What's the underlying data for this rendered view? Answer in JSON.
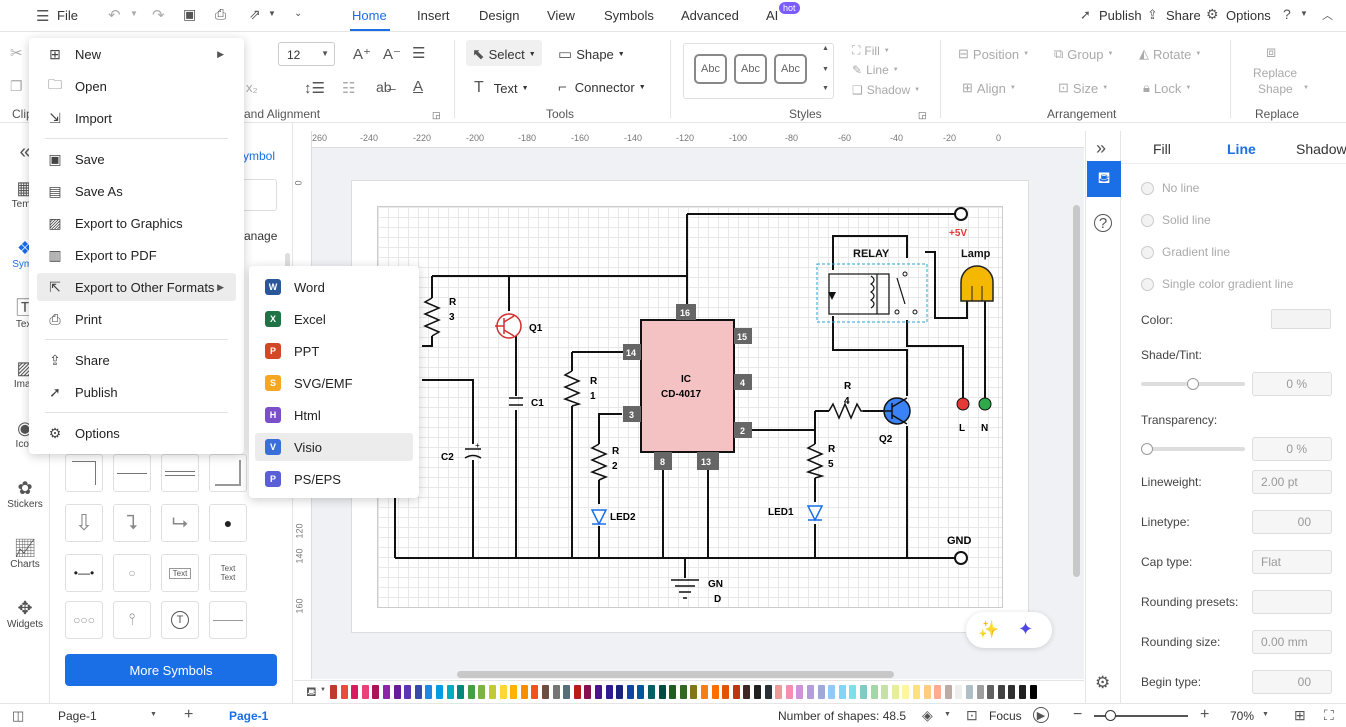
{
  "topbar": {
    "file_label": "File",
    "tabs": [
      "Home",
      "Insert",
      "Design",
      "View",
      "Symbols",
      "Advanced",
      "AI"
    ],
    "active_tab": "Home",
    "hot_badge": "hot",
    "publish": "Publish",
    "share": "Share",
    "options": "Options"
  },
  "ribbon": {
    "font_size": "12",
    "align_group_label": "and Alignment",
    "tools": {
      "select": "Select",
      "shape": "Shape",
      "text": "Text",
      "connector": "Connector",
      "label": "Tools"
    },
    "styles": {
      "abc1": "Abc",
      "abc2": "Abc",
      "abc3": "Abc",
      "label": "Styles",
      "fill": "Fill",
      "line": "Line",
      "shadow": "Shadow"
    },
    "arrangement": {
      "position": "Position",
      "group": "Group",
      "rotate": "Rotate",
      "align": "Align",
      "size": "Size",
      "lock": "Lock",
      "label": "Arrangement"
    },
    "replace": {
      "replace_shape_1": "Replace",
      "replace_shape_2": "Shape",
      "label": "Replace"
    },
    "clip_label": "Clip"
  },
  "leftbar": {
    "items": [
      "Templ",
      "Symb",
      "Text",
      "Imag",
      "Icon",
      "Stickers",
      "Charts",
      "Widgets"
    ]
  },
  "sympanel": {
    "symbol_link": "ymbol",
    "manage": "anage",
    "text_sym1": "Text",
    "text_sym2a": "Text",
    "text_sym2b": "Text",
    "t_sym": "T",
    "more_symbols": "More Symbols"
  },
  "filemenu": {
    "items": [
      "New",
      "Open",
      "Import",
      "Save",
      "Save As",
      "Export to Graphics",
      "Export to PDF",
      "Export to Other Formats",
      "Print",
      "Share",
      "Publish",
      "Options"
    ]
  },
  "submenu": {
    "items": [
      "Word",
      "Excel",
      "PPT",
      "SVG/EMF",
      "Html",
      "Visio",
      "PS/EPS"
    ]
  },
  "ruler": {
    "top": [
      "260",
      "-240",
      "-220",
      "-200",
      "-180",
      "-160",
      "-140",
      "-120",
      "-100",
      "-80",
      "-60",
      "-40",
      "-20",
      "0"
    ],
    "left": [
      "0",
      "120",
      "140",
      "160"
    ]
  },
  "circuit": {
    "plus5v": "+5V",
    "lamp": "Lamp",
    "relay": "RELAY",
    "r3a": "R",
    "r3b": "3",
    "q1": "Q1",
    "c1": "C1",
    "c2": "C2",
    "r1a": "R",
    "r1b": "1",
    "r2a": "R",
    "r2b": "2",
    "led2": "LED2",
    "led1": "LED1",
    "ic1": "IC",
    "ic2": "CD-4017",
    "pins": [
      "16",
      "15",
      "14",
      "4",
      "3",
      "2",
      "8",
      "13"
    ],
    "r4a": "R",
    "r4b": "4",
    "r5a": "R",
    "r5b": "5",
    "q2": "Q2",
    "L": "L",
    "N": "N",
    "gnd_right": "GND",
    "gnd_bottom_1": "GN",
    "gnd_bottom_2": "D"
  },
  "proppanel": {
    "tabs": [
      "Fill",
      "Line",
      "Shadow"
    ],
    "active_tab": "Line",
    "radios": [
      "No line",
      "Solid line",
      "Gradient line",
      "Single color gradient line"
    ],
    "color_label": "Color:",
    "shade_label": "Shade/Tint:",
    "shade_val": "0 %",
    "transp_label": "Transparency:",
    "transp_val": "0 %",
    "lineweight_label": "Lineweight:",
    "lineweight_val": "2.00 pt",
    "linetype_label": "Linetype:",
    "linetype_val": "00",
    "cap_label": "Cap type:",
    "cap_val": "Flat",
    "round_presets_label": "Rounding presets:",
    "round_size_label": "Rounding size:",
    "round_size_val": "0.00 mm",
    "begin_label": "Begin type:",
    "begin_val": "00"
  },
  "status": {
    "page_select": "Page-1",
    "page_tab": "Page-1",
    "shapes": "Number of shapes: 48.5",
    "focus": "Focus",
    "zoom": "70%"
  },
  "colors": {
    "accent": "#1a6ee6",
    "ic_fill": "#f4c2c2",
    "lamp": "#f5b800"
  },
  "swatches": [
    "#c0392b",
    "#e74c3c",
    "#d81b60",
    "#ec407a",
    "#ad1457",
    "#8e24aa",
    "#6a1b9a",
    "#5e35b1",
    "#3949ab",
    "#1e88e5",
    "#039be5",
    "#00acc1",
    "#00897b",
    "#43a047",
    "#7cb342",
    "#c0ca33",
    "#fdd835",
    "#ffb300",
    "#fb8c00",
    "#f4511e",
    "#6d4c41",
    "#757575",
    "#546e7a",
    "#b71c1c",
    "#880e4f",
    "#4a148c",
    "#311b92",
    "#1a237e",
    "#0d47a1",
    "#01579b",
    "#006064",
    "#004d40",
    "#1b5e20",
    "#33691e",
    "#827717",
    "#f57f17",
    "#ff6f00",
    "#e65100",
    "#bf360c",
    "#3e2723",
    "#212121",
    "#263238",
    "#ef9a9a",
    "#f48fb1",
    "#ce93d8",
    "#b39ddb",
    "#9fa8da",
    "#90caf9",
    "#81d4fa",
    "#80deea",
    "#80cbc4",
    "#a5d6a7",
    "#c5e1a5",
    "#e6ee9c",
    "#fff59d",
    "#ffe082",
    "#ffcc80",
    "#ffab91",
    "#bcaaa4",
    "#eeeeee",
    "#b0bec5",
    "#9e9e9e",
    "#616161",
    "#424242",
    "#303030",
    "#202020",
    "#000000"
  ]
}
